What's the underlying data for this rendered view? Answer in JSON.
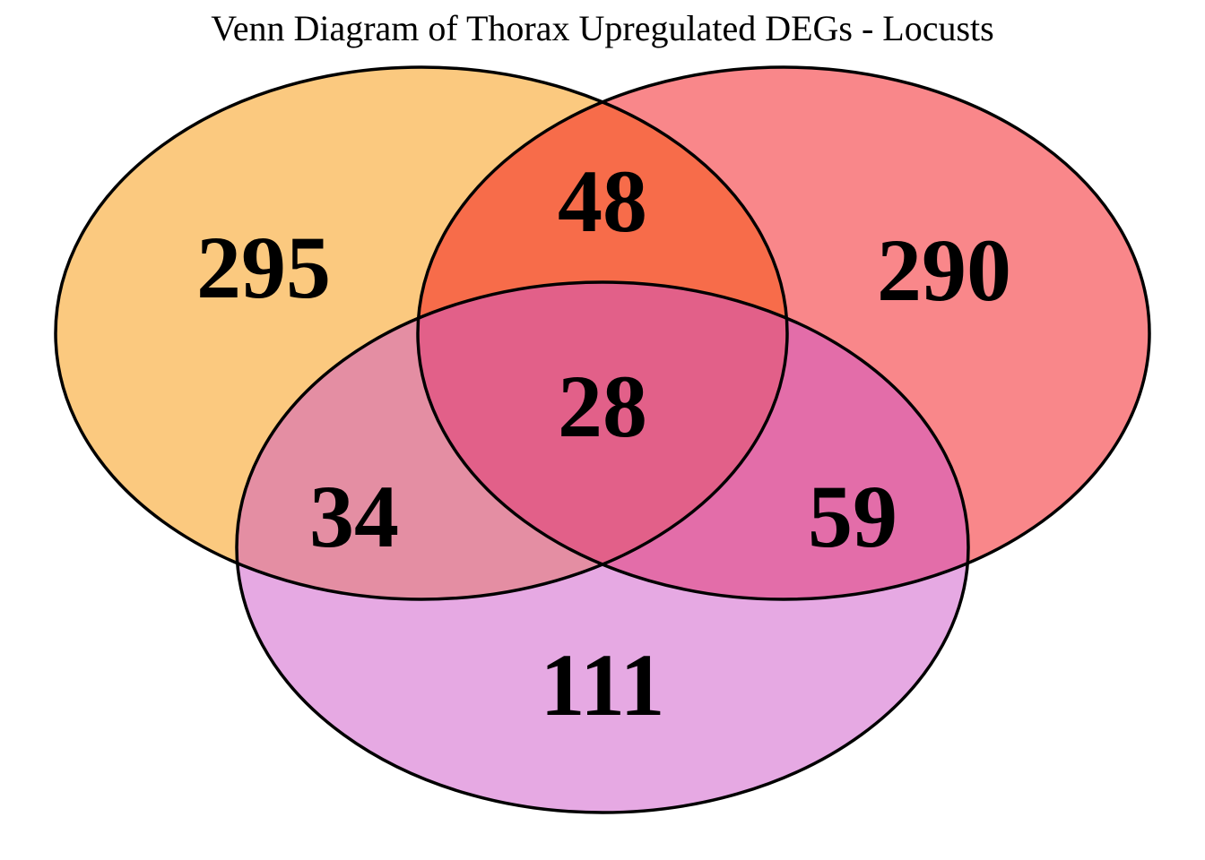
{
  "chart_data": {
    "type": "venn",
    "title": "Venn Diagram of Thorax Upregulated DEGs - Locusts",
    "set_count": 3,
    "set_positions": [
      "top-left",
      "top-right",
      "bottom"
    ],
    "regions": {
      "left_only": 295,
      "right_only": 290,
      "bottom_only": 111,
      "left_and_right": 48,
      "left_and_bottom": 34,
      "right_and_bottom": 59,
      "all_three": 28
    },
    "colors": {
      "background": "#ffffff",
      "outline": "#000000",
      "fill_opacity": 0.5,
      "left_fill": "#F79300",
      "right_fill": "#F30F15",
      "bottom_fill": "#CD53C7",
      "apparent_left": "#FBC97E",
      "apparent_right": "#F9878A",
      "apparent_bottom": "#E6A9E3",
      "apparent_left_right": "#F5674C",
      "apparent_left_bottom": "#E094A7",
      "apparent_right_bottom": "#DF649E",
      "apparent_center": "#DE5F86",
      "text": "#000000"
    },
    "legend": "none",
    "grid": "off"
  }
}
